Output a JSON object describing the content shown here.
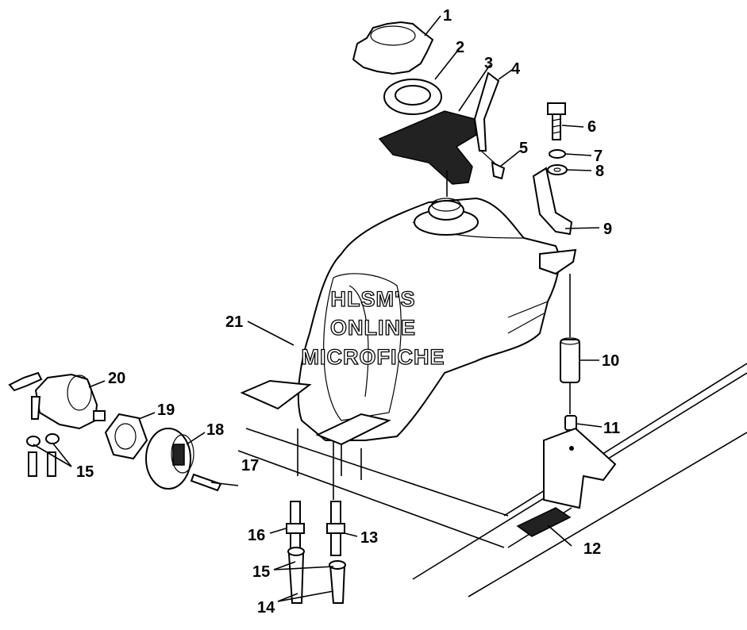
{
  "watermark": [
    "HLSM'S",
    "ONLINE",
    "MICROFICHE"
  ],
  "callouts": [
    "1",
    "2",
    "3",
    "4",
    "5",
    "6",
    "7",
    "8",
    "9",
    "10",
    "11",
    "12",
    "13",
    "14",
    "15",
    "15",
    "16",
    "17",
    "18",
    "19",
    "20",
    "21"
  ],
  "colors": {
    "ink": "#000000",
    "paper": "#ffffff"
  }
}
